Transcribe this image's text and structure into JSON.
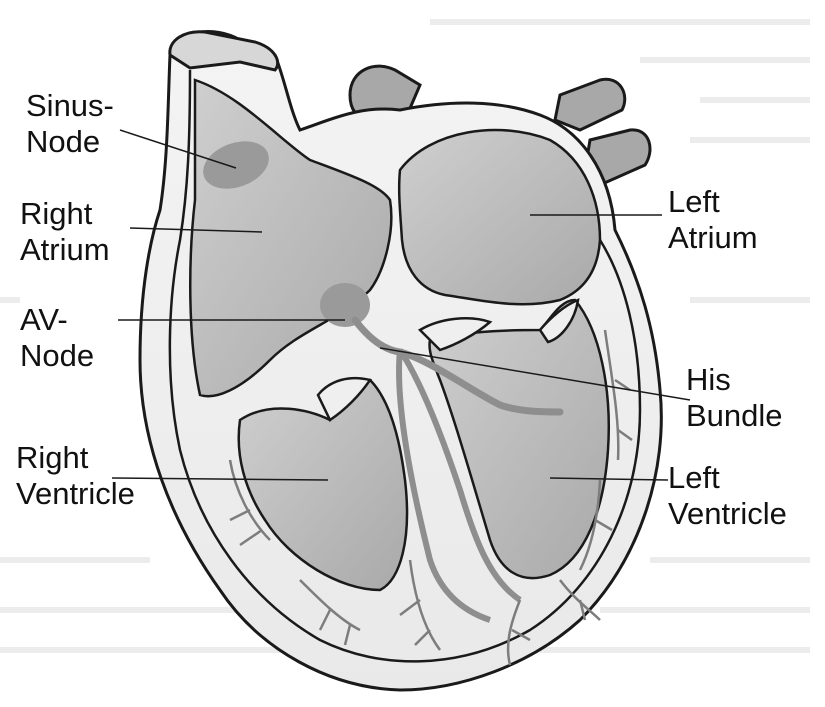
{
  "diagram": {
    "labels": {
      "sinus_node": [
        "Sinus-",
        "Node"
      ],
      "right_atrium": [
        "Right",
        "Atrium"
      ],
      "av_node": [
        "AV-",
        "Node"
      ],
      "right_ventricle": [
        "Right",
        "Ventricle"
      ],
      "left_atrium": [
        "Left",
        "Atrium"
      ],
      "his_bundle": [
        "His",
        "Bundle"
      ],
      "left_ventricle": [
        "Left",
        "Ventricle"
      ]
    },
    "colors": {
      "chamber_fill": "#bdbdbd",
      "tissue_fill": "#f2f2f2",
      "node_fill": "#9a9a9a",
      "outline": "#1a1a1a",
      "background_text": "#d8d8d8"
    }
  }
}
